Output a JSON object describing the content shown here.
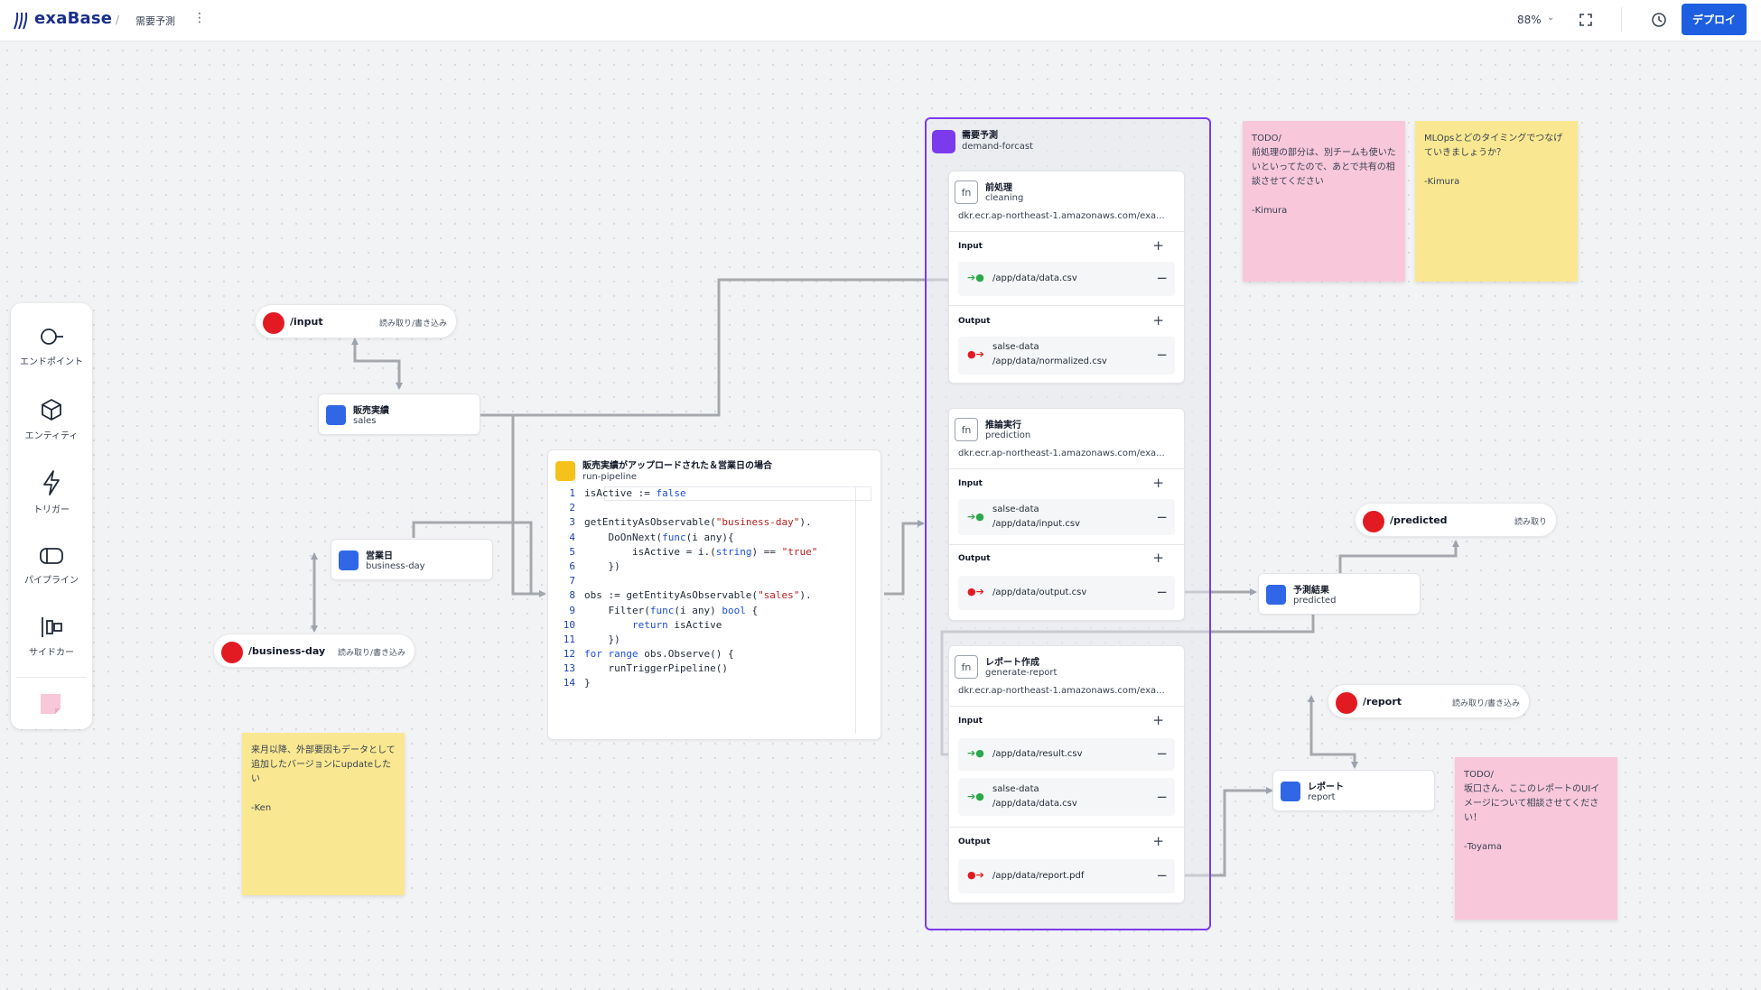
{
  "app": {
    "brand": "exaBase",
    "breadcrumb_sep": "/",
    "project": "需要予測",
    "more": "⋮"
  },
  "header": {
    "zoom": "88%",
    "zoom_chevron": "⌄",
    "deploy_label": "デプロイ"
  },
  "toolbox": {
    "items": [
      {
        "label": "エンドポイント",
        "icon": "endpoint-icon"
      },
      {
        "label": "エンティティ",
        "icon": "entity-icon"
      },
      {
        "label": "トリガー",
        "icon": "trigger-icon"
      },
      {
        "label": "パイプライン",
        "icon": "pipeline-icon"
      },
      {
        "label": "サイドカー",
        "icon": "sidecar-icon"
      }
    ],
    "sticky_note_icon": "sticky-note-icon"
  },
  "endpoints": {
    "input": {
      "path": "/input",
      "mode": "読み取り/書き込み"
    },
    "business_day": {
      "path": "/business-day",
      "mode": "読み取り/書き込み"
    },
    "predicted": {
      "path": "/predicted",
      "mode": "読み取り"
    },
    "report": {
      "path": "/report",
      "mode": "読み取り/書き込み"
    }
  },
  "entities": {
    "sales": {
      "name": "販売実績",
      "sub": "sales"
    },
    "business_day": {
      "name": "営業日",
      "sub": "business-day"
    },
    "predicted": {
      "name": "予測結果",
      "sub": "predicted"
    },
    "report": {
      "name": "レポート",
      "sub": "report"
    }
  },
  "trigger": {
    "name": "販売実績がアップロードされた＆営業日の場合",
    "sub": "run-pipeline",
    "code": [
      {
        "n": "1",
        "parts": [
          [
            "",
            "isActive := "
          ],
          [
            "kw",
            "false"
          ]
        ]
      },
      {
        "n": "2",
        "parts": []
      },
      {
        "n": "3",
        "parts": [
          [
            "",
            "getEntityAsObservable("
          ],
          [
            "st",
            "\"business-day\""
          ],
          [
            "",
            ")."
          ]
        ]
      },
      {
        "n": "4",
        "parts": [
          [
            "",
            "    DoOnNext("
          ],
          [
            "kw",
            "func"
          ],
          [
            "",
            "(i any){"
          ]
        ]
      },
      {
        "n": "5",
        "parts": [
          [
            "",
            "        isActive = i.("
          ],
          [
            "kw",
            "string"
          ],
          [
            "",
            ") == "
          ],
          [
            "st",
            "\"true\""
          ]
        ]
      },
      {
        "n": "6",
        "parts": [
          [
            "",
            "    })"
          ]
        ]
      },
      {
        "n": "7",
        "parts": []
      },
      {
        "n": "8",
        "parts": [
          [
            "",
            "obs := getEntityAsObservable("
          ],
          [
            "st",
            "\"sales\""
          ],
          [
            "",
            ")."
          ]
        ]
      },
      {
        "n": "9",
        "parts": [
          [
            "",
            "    Filter("
          ],
          [
            "kw",
            "func"
          ],
          [
            "",
            "(i any) "
          ],
          [
            "kw",
            "bool"
          ],
          [
            "",
            " {"
          ]
        ]
      },
      {
        "n": "10",
        "parts": [
          [
            "",
            "        "
          ],
          [
            "kw",
            "return"
          ],
          [
            "",
            " isActive"
          ]
        ]
      },
      {
        "n": "11",
        "parts": [
          [
            "",
            "    })"
          ]
        ]
      },
      {
        "n": "12",
        "parts": [
          [
            "kw",
            "for"
          ],
          [
            "",
            " "
          ],
          [
            "kw",
            "range"
          ],
          [
            "",
            " obs.Observe() {"
          ]
        ]
      },
      {
        "n": "13",
        "parts": [
          [
            "",
            "    runTriggerPipeline()"
          ]
        ]
      },
      {
        "n": "14",
        "parts": [
          [
            "",
            "}"
          ]
        ]
      }
    ]
  },
  "pipeline": {
    "name": "需要予測",
    "sub": "demand-forcast",
    "fn_badge": "fn",
    "input_label": "Input",
    "output_label": "Output",
    "plus": "+",
    "minus": "−",
    "in_arrow": "➔●",
    "out_arrow": "●➔",
    "functions": [
      {
        "name": "前処理",
        "sub": "cleaning",
        "image": "dkr.ecr.ap-northeast-1.amazonaws.com/exa...",
        "inputs": [
          {
            "line1": "/app/data/data.csv",
            "line2": ""
          }
        ],
        "outputs": [
          {
            "line1": "salse-data",
            "line2": "/app/data/normalized.csv"
          }
        ]
      },
      {
        "name": "推論実行",
        "sub": "prediction",
        "image": "dkr.ecr.ap-northeast-1.amazonaws.com/exa...",
        "inputs": [
          {
            "line1": "salse-data",
            "line2": "/app/data/input.csv"
          }
        ],
        "outputs": [
          {
            "line1": "/app/data/output.csv",
            "line2": ""
          }
        ]
      },
      {
        "name": "レポート作成",
        "sub": "generate-report",
        "image": "dkr.ecr.ap-northeast-1.amazonaws.com/exa...",
        "inputs": [
          {
            "line1": "/app/data/result.csv",
            "line2": ""
          },
          {
            "line1": "salse-data",
            "line2": "/app/data/data.csv"
          }
        ],
        "outputs": [
          {
            "line1": "/app/data/report.pdf",
            "line2": ""
          }
        ]
      }
    ]
  },
  "notes": {
    "kimura_todo": "TODO/\n前処理の部分は、別チームも使いたいといってたので、あとで共有の相談させてください\n\n-Kimura",
    "kimura_mlops": "MLOpsとどのタイミングでつなげていきましょうか？\n\n-Kimura",
    "ken": "来月以降、外部要因もデータとして追加したバージョンにupdateしたい\n\n-Ken",
    "toyama": "TODO/\n坂口さん、ここのレポートのUIイメージについて相談させてください！\n\n-Toyama"
  },
  "colors": {
    "accent": "#1d5fe0",
    "pipeline": "#7c3aed",
    "endpoint": "#e21b23",
    "entity": "#2f67e6",
    "trigger": "#f4c21b",
    "note_pink": "#f8c7da",
    "note_yellow": "#f9e891"
  }
}
